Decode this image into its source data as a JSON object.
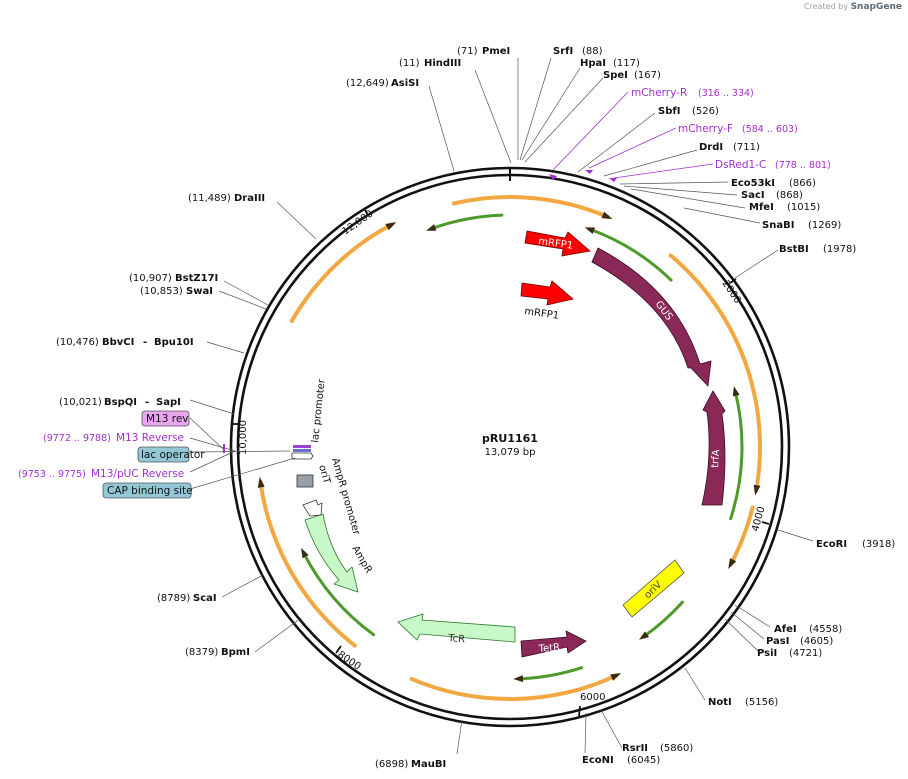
{
  "header": {
    "created_by": "Created by",
    "brand": "SnapGene"
  },
  "plasmid": {
    "name": "pRU1161",
    "size": "13,079 bp",
    "length_bp": 13079
  },
  "sites": [
    {
      "name": "HindIII",
      "pos": "(11)",
      "bp": 11
    },
    {
      "name": "PmeI",
      "pos": "(71)",
      "bp": 71
    },
    {
      "name": "SrfI",
      "pos": "(88)",
      "bp": 88
    },
    {
      "name": "HpaI",
      "pos": "(117)",
      "bp": 117
    },
    {
      "name": "SpeI",
      "pos": "(167)",
      "bp": 167
    },
    {
      "name": "AsiSI",
      "pos": "(12,649)",
      "bp": 12649
    },
    {
      "name": "SbfI",
      "pos": "(526)",
      "bp": 526
    },
    {
      "name": "DrdI",
      "pos": "(711)",
      "bp": 711
    },
    {
      "name": "Eco53kI",
      "pos": "(866)",
      "bp": 866
    },
    {
      "name": "SacI",
      "pos": "(868)",
      "bp": 868
    },
    {
      "name": "MfeI",
      "pos": "(1015)",
      "bp": 1015
    },
    {
      "name": "SnaBI",
      "pos": "(1269)",
      "bp": 1269
    },
    {
      "name": "BstBI",
      "pos": "(1978)",
      "bp": 1978
    },
    {
      "name": "EcoRI",
      "pos": "(3918)",
      "bp": 3918
    },
    {
      "name": "AfeI",
      "pos": "(4558)",
      "bp": 4558
    },
    {
      "name": "PasI",
      "pos": "(4605)",
      "bp": 4605
    },
    {
      "name": "PsiI",
      "pos": "(4721)",
      "bp": 4721
    },
    {
      "name": "NotI",
      "pos": "(5156)",
      "bp": 5156
    },
    {
      "name": "RsrII",
      "pos": "(5860)",
      "bp": 5860
    },
    {
      "name": "EcoNI",
      "pos": "(6045)",
      "bp": 6045
    },
    {
      "name": "MauBI",
      "pos": "(6898)",
      "bp": 6898
    },
    {
      "name": "BpmI",
      "pos": "(8379)",
      "bp": 8379
    },
    {
      "name": "ScaI",
      "pos": "(8789)",
      "bp": 8789
    },
    {
      "name": "DraIII",
      "pos": "(11,489)",
      "bp": 11489
    },
    {
      "name": "BstZ17I",
      "pos": "(10,907)",
      "bp": 10907
    },
    {
      "name": "SwaI",
      "pos": "(10,853)",
      "bp": 10853
    },
    {
      "name": "BbvCI",
      "pos": "(10,476)",
      "bp": 10476
    },
    {
      "name": "Bpu10I",
      "pos": "",
      "bp": 10476
    },
    {
      "name": "BspQI",
      "pos": "(10,021)",
      "bp": 10021
    },
    {
      "name": "SapI",
      "pos": "",
      "bp": 10021
    }
  ],
  "primers": [
    {
      "name": "mCherry-R",
      "range": "(316 .. 334)",
      "bp": 325
    },
    {
      "name": "mCherry-F",
      "range": "(584 .. 603)",
      "bp": 594
    },
    {
      "name": "DsRed1-C",
      "range": "(778 .. 801)",
      "bp": 790
    },
    {
      "name": "M13 Reverse",
      "range": "(9772 .. 9788)",
      "bp": 9780
    },
    {
      "name": "M13/pUC Reverse",
      "range": "(9753 .. 9775)",
      "bp": 9764
    }
  ],
  "boxed_features": [
    {
      "name": "M13 rev",
      "color": "#e7a6ef"
    },
    {
      "name": "lac operator",
      "color": "#93c7d6"
    },
    {
      "name": "CAP binding site",
      "color": "#93c7d6"
    }
  ],
  "features": [
    {
      "name": "mRFP1",
      "color": "#ff0000"
    },
    {
      "name": "GUS",
      "color": "#8a2858"
    },
    {
      "name": "trfA",
      "color": "#8a2858"
    },
    {
      "name": "oriV",
      "color": "#ffff00"
    },
    {
      "name": "TetR",
      "color": "#8a2858"
    },
    {
      "name": "TcR",
      "color": "#c8f7c8"
    },
    {
      "name": "AmpR",
      "color": "#c8f7c8"
    },
    {
      "name": "AmpR promoter",
      "color": "#ffffff"
    },
    {
      "name": "oriT",
      "color": "#9aa0aa"
    },
    {
      "name": "lac promoter",
      "color": "#ffffff"
    }
  ],
  "ticks": [
    "2000",
    "4000",
    "6000",
    "8000",
    "10,000",
    "12,000"
  ],
  "colors": {
    "orf": "#f2a841",
    "orf_outline": "#8a5a14",
    "green_orf": "#4c9a2a",
    "primer": "#a22fd0",
    "backbone": "#111111"
  }
}
